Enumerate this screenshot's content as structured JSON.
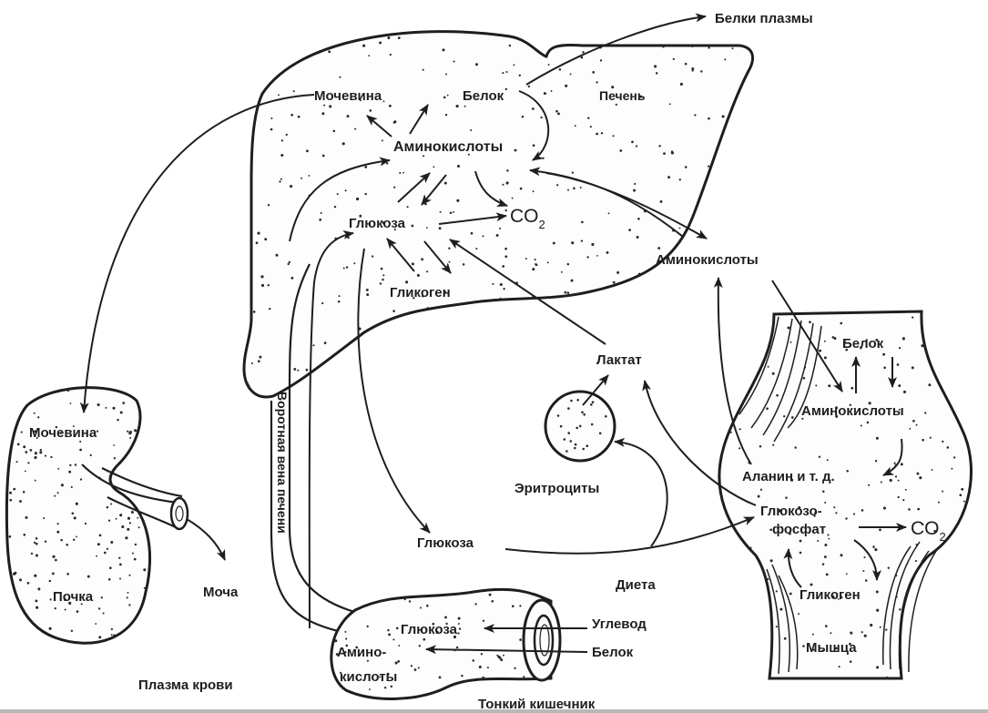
{
  "labels": {
    "liver": {
      "organ": "Печень",
      "urea": "Мочевина",
      "protein": "Белок",
      "amino_acids": "Аминокислоты",
      "glucose": "Глюкоза",
      "glycogen": "Гликоген",
      "co2": "CO",
      "co2_sub": "2"
    },
    "plasma_proteins": "Белки плазмы",
    "plasma_amino_acids": "Аминокислоты",
    "lactate": "Лактат",
    "erythrocytes": "Эритроциты",
    "plasma_glucose": "Глюкоза",
    "diet": "Диета",
    "portal_vein": "Воротная вена печени",
    "blood_plasma": "Плазма крови",
    "kidney": {
      "organ": "Почка",
      "urea": "Мочевина",
      "urine": "Моча"
    },
    "muscle": {
      "organ": "Мышца",
      "protein": "Белок",
      "amino_acids": "Аминокислоты",
      "alanine": "Аланин и т. д.",
      "glucose_phosphate_1": "Глюкозо-",
      "glucose_phosphate_2": "фосфат",
      "co2": "CO",
      "co2_sub": "2",
      "glycogen": "Гликоген"
    },
    "intestine": {
      "organ": "Тонкий кишечник",
      "glucose": "Глюкоза",
      "amino_acids_1": "Амино-",
      "amino_acids_2": "кислоты",
      "carbohydrate": "Углевод",
      "protein": "Белок"
    }
  },
  "colors": {
    "ink": "#1e1e1e",
    "paper": "#fdfdfd"
  }
}
